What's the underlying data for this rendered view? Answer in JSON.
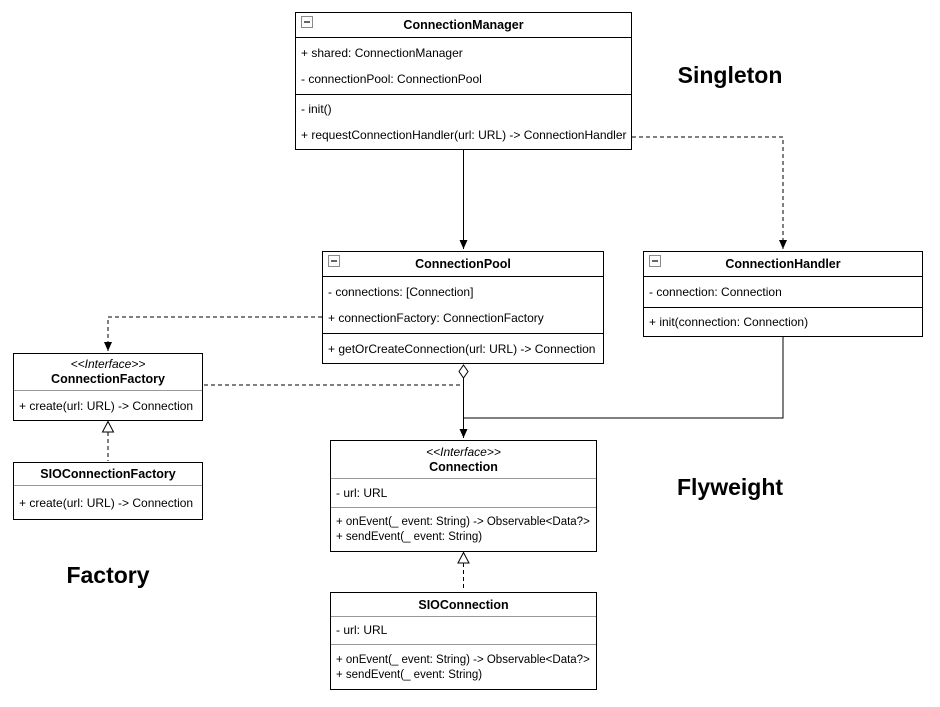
{
  "diagram": {
    "background": "#ffffff",
    "stroke_color": "#000000",
    "divider_light_color": "#999999",
    "icons": {
      "collapse": "minus-square-icon"
    },
    "pattern_labels": {
      "singleton": "Singleton",
      "factory": "Factory",
      "flyweight": "Flyweight"
    },
    "classes": {
      "connection_manager": {
        "name": "ConnectionManager",
        "attributes": [
          "+ shared: ConnectionManager",
          "- connectionPool: ConnectionPool"
        ],
        "methods": [
          "- init()",
          "+ requestConnectionHandler(url: URL) -> ConnectionHandler"
        ]
      },
      "connection_pool": {
        "name": "ConnectionPool",
        "attributes": [
          "- connections: [Connection]",
          "+ connectionFactory: ConnectionFactory"
        ],
        "methods": [
          "+ getOrCreateConnection(url: URL) -> Connection"
        ]
      },
      "connection_handler": {
        "name": "ConnectionHandler",
        "attributes": [
          "- connection: Connection"
        ],
        "methods": [
          "+ init(connection: Connection)"
        ]
      },
      "connection_factory": {
        "stereotype": "<<Interface>>",
        "name": "ConnectionFactory",
        "methods": [
          "+ create(url: URL) -> Connection"
        ]
      },
      "sio_connection_factory": {
        "name": "SIOConnectionFactory",
        "methods": [
          "+ create(url: URL) -> Connection"
        ]
      },
      "connection": {
        "stereotype": "<<Interface>>",
        "name": "Connection",
        "attributes": [
          "- url: URL"
        ],
        "methods": [
          "+ onEvent(_ event: String) -> Observable<Data?>",
          "+ sendEvent(_ event: String)"
        ]
      },
      "sio_connection": {
        "name": "SIOConnection",
        "attributes": [
          "- url: URL"
        ],
        "methods": [
          "+ onEvent(_ event: String) -> Observable<Data?>",
          "+ sendEvent(_ event: String)"
        ]
      }
    },
    "relationships": [
      {
        "from": "ConnectionManager",
        "to": "ConnectionPool",
        "style": "solid",
        "head": "filled-arrow"
      },
      {
        "from": "ConnectionManager",
        "to": "ConnectionHandler",
        "style": "dashed",
        "head": "filled-arrow"
      },
      {
        "from": "ConnectionPool",
        "to": "ConnectionFactory",
        "style": "dashed",
        "head": "filled-arrow"
      },
      {
        "from": "ConnectionFactory",
        "to": "Connection",
        "style": "dashed",
        "head": "none"
      },
      {
        "from": "ConnectionPool",
        "to": "Connection",
        "style": "solid",
        "head": "filled-arrow",
        "tail": "open-diamond"
      },
      {
        "from": "ConnectionHandler",
        "to": "Connection",
        "style": "solid",
        "head": "none"
      },
      {
        "from": "SIOConnectionFactory",
        "to": "ConnectionFactory",
        "style": "dashed",
        "head": "hollow-triangle"
      },
      {
        "from": "SIOConnection",
        "to": "Connection",
        "style": "dashed",
        "head": "hollow-triangle"
      }
    ]
  }
}
